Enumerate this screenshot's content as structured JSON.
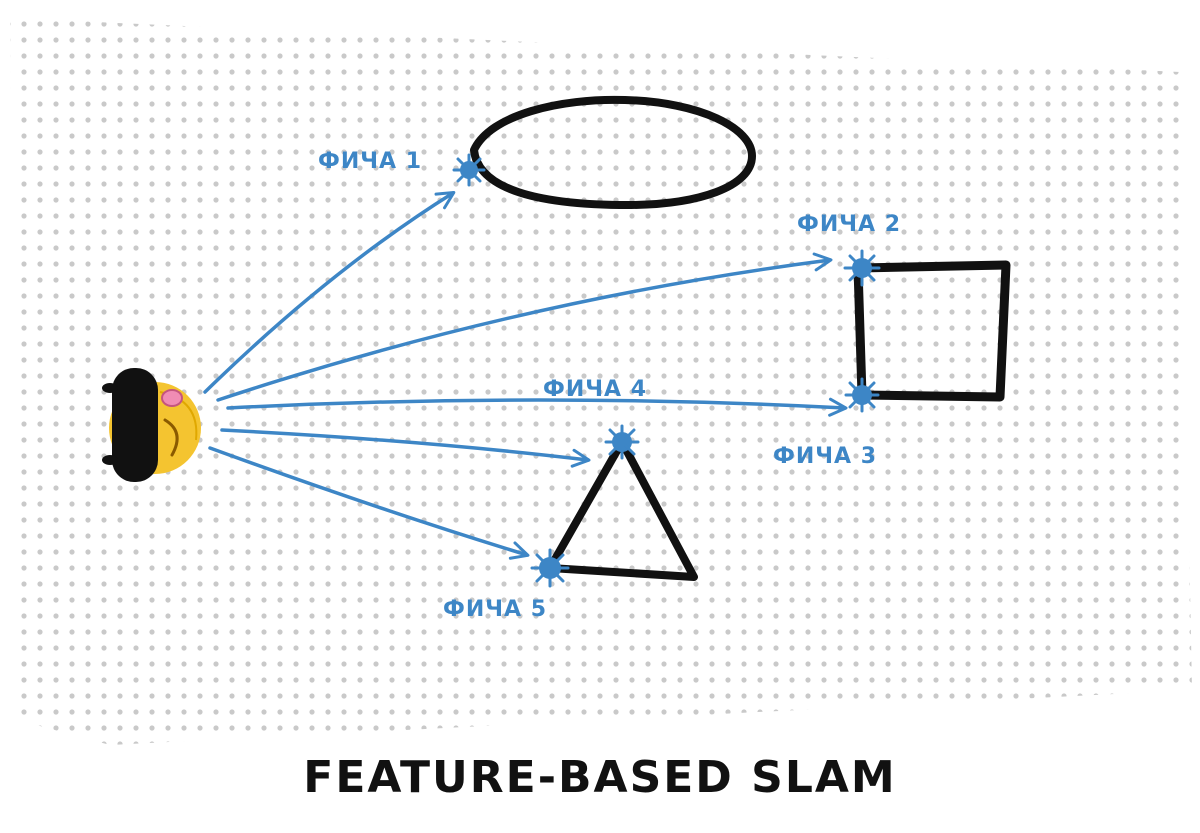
{
  "caption": "FEATURE-BASED SLAM",
  "features": [
    {
      "label": "ФИЧА 1"
    },
    {
      "label": "ФИЧА 2"
    },
    {
      "label": "ФИЧА 3"
    },
    {
      "label": "ФИЧА 4"
    },
    {
      "label": "ФИЧА 5"
    }
  ],
  "colors": {
    "accent": "#3d86c6",
    "shape_stroke": "#111111",
    "dots": "#c9c9c9",
    "caption": "#111111",
    "robot_face": "#f4c430",
    "robot_tongue": "#f08cb4"
  }
}
